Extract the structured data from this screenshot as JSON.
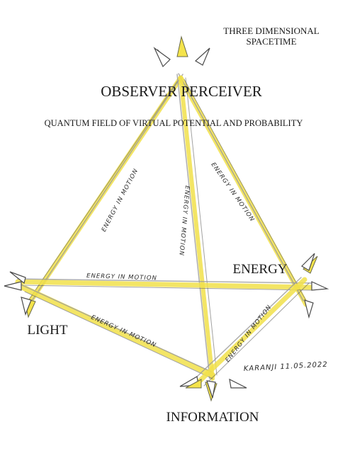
{
  "title_line1": "THREE DIMENSIONAL",
  "title_line2": "SPACETIME",
  "top_node": "OBSERVER PERCEIVER",
  "field_label": "QUANTUM FIELD OF VIRTUAL POTENTIAL AND PROBABILITY",
  "left_node": "LIGHT",
  "right_node": "ENERGY",
  "bottom_node": "INFORMATION",
  "edge_label": "ENERGY IN MOTION",
  "signature": "KARANJI 11.05.2022",
  "colors": {
    "beam": "#f1e04a",
    "pencil": "#555555",
    "ink": "#1a1a1a"
  }
}
